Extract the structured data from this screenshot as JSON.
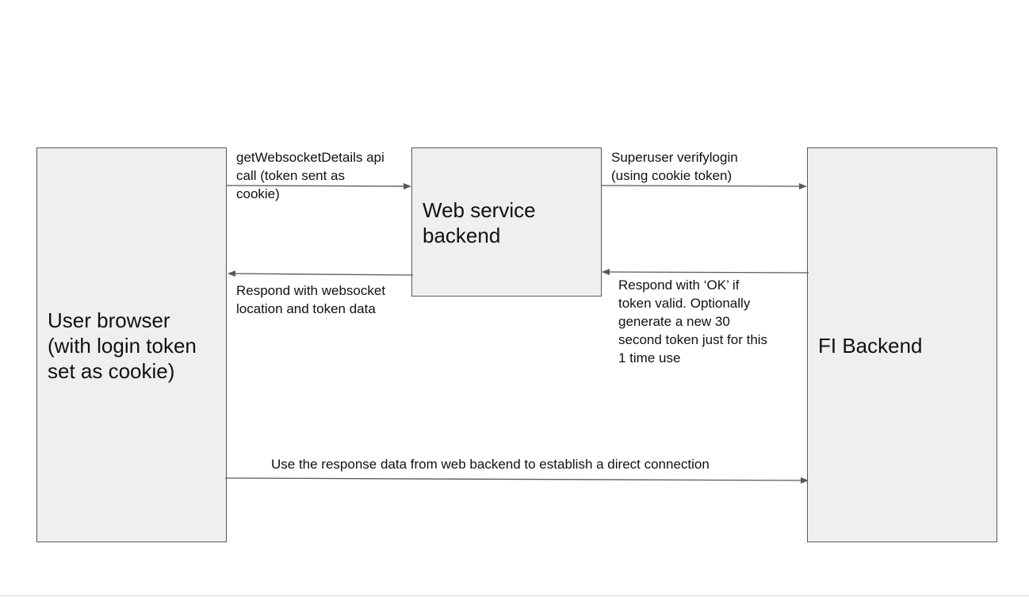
{
  "nodes": {
    "user_browser": "User browser\n(with login token\nset as cookie)",
    "web_service": "Web service\nbackend",
    "fi_backend": "FI Backend"
  },
  "edges": {
    "get_websocket_details": "getWebsocketDetails api\ncall (token sent as\ncookie)",
    "respond_websocket": "Respond with websocket\nlocation and token data",
    "superuser_verify": "Superuser verifylogin\n(using cookie token)",
    "respond_ok": "Respond with ‘OK’ if\ntoken valid. Optionally\ngenerate a new 30\nsecond token just for this\n1 time use",
    "direct_connection": "Use the response data from web backend to establish a direct connection"
  },
  "colors": {
    "box_fill": "#efefef",
    "box_stroke": "#595959",
    "arrow": "#595959",
    "text": "#111111"
  }
}
